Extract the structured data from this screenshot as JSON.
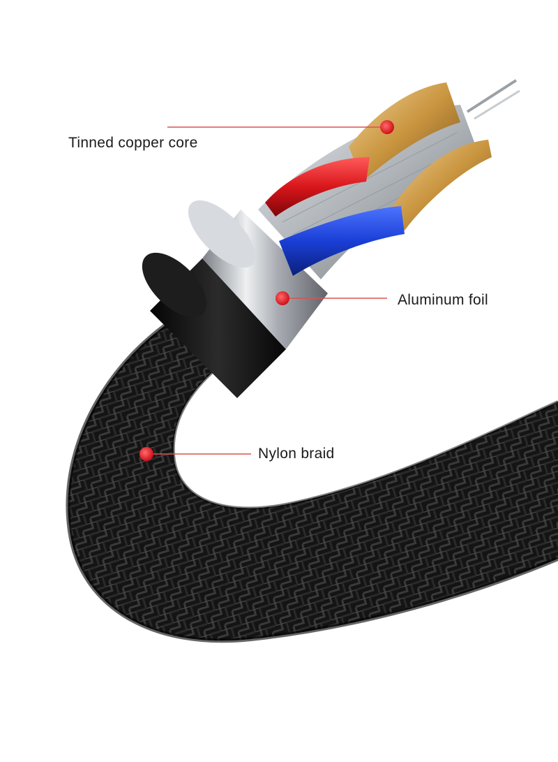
{
  "callouts": [
    {
      "id": "core",
      "label": "Tinned copper core"
    },
    {
      "id": "foil",
      "label": "Aluminum foil"
    },
    {
      "id": "braid",
      "label": "Nylon braid"
    }
  ],
  "colors": {
    "marker": "#e8232c",
    "leader_line": "#d9534f",
    "braid_dark": "#141414",
    "braid_light": "#3a3a3a",
    "jacket": "#0d0d0d",
    "foil": "#c9ccd1",
    "wire_red": "#d8161b",
    "wire_blue": "#1a3fd6",
    "copper": "#c9953f",
    "strand_silver": "#aeb3b8"
  },
  "icons": [
    "callout-dot-icon"
  ]
}
